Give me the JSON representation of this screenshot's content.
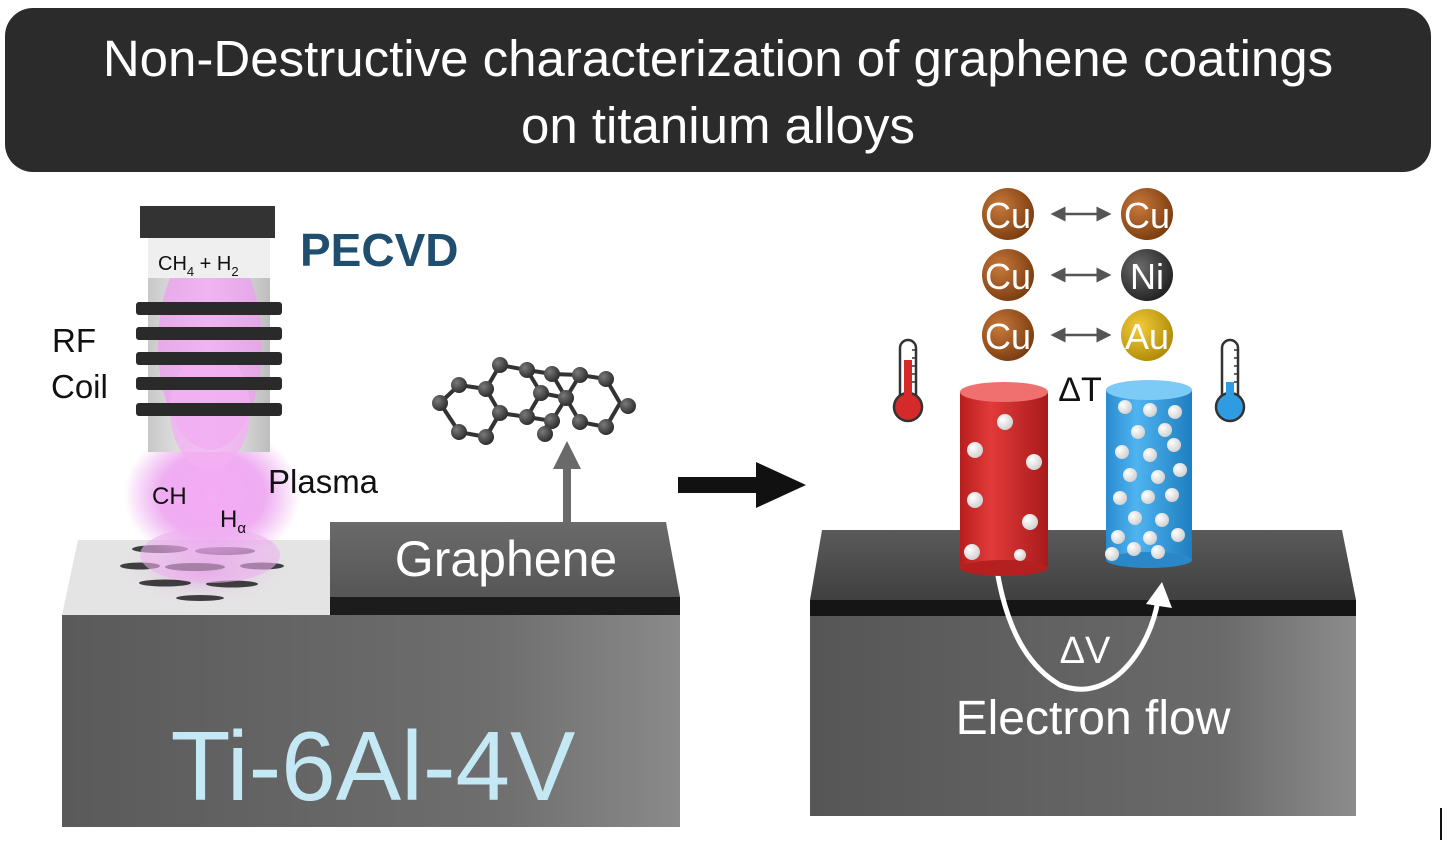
{
  "title": {
    "line1": "Non-Destructive characterization of graphene coatings",
    "line2": "on titanium alloys"
  },
  "pecvd": {
    "label": "PECVD",
    "gas_main": "CH",
    "gas_sub1": "4",
    "gas_mid": " + H",
    "gas_sub2": "2",
    "rf_line1": "RF",
    "rf_line2": "Coil",
    "plasma": "Plasma",
    "species_ch": "CH",
    "species_h": "H",
    "species_h_sub": "α"
  },
  "substrate": {
    "material": "Ti-6Al-4V",
    "coating": "Graphene"
  },
  "measurement": {
    "pairs": [
      {
        "left": "Cu",
        "right": "Cu"
      },
      {
        "left": "Cu",
        "right": "Ni"
      },
      {
        "left": "Cu",
        "right": "Au"
      }
    ],
    "delta_t": "ΔT",
    "delta_v": "ΔV",
    "electron_flow": "Electron flow"
  },
  "colors": {
    "title_bg": "#2b2b2b",
    "pecvd_label": "#1f4e6e",
    "ti_text": "#c5e8f5",
    "hot_probe": "#d42a2a",
    "cold_probe": "#2f9be0",
    "cu": "#a0561a",
    "ni": "#3a3a3a",
    "au": "#d4a514"
  },
  "icons": [
    "thermometer-hot-icon",
    "thermometer-cold-icon",
    "arrow-right-icon",
    "double-arrow-icon",
    "graphene-molecule-icon"
  ]
}
